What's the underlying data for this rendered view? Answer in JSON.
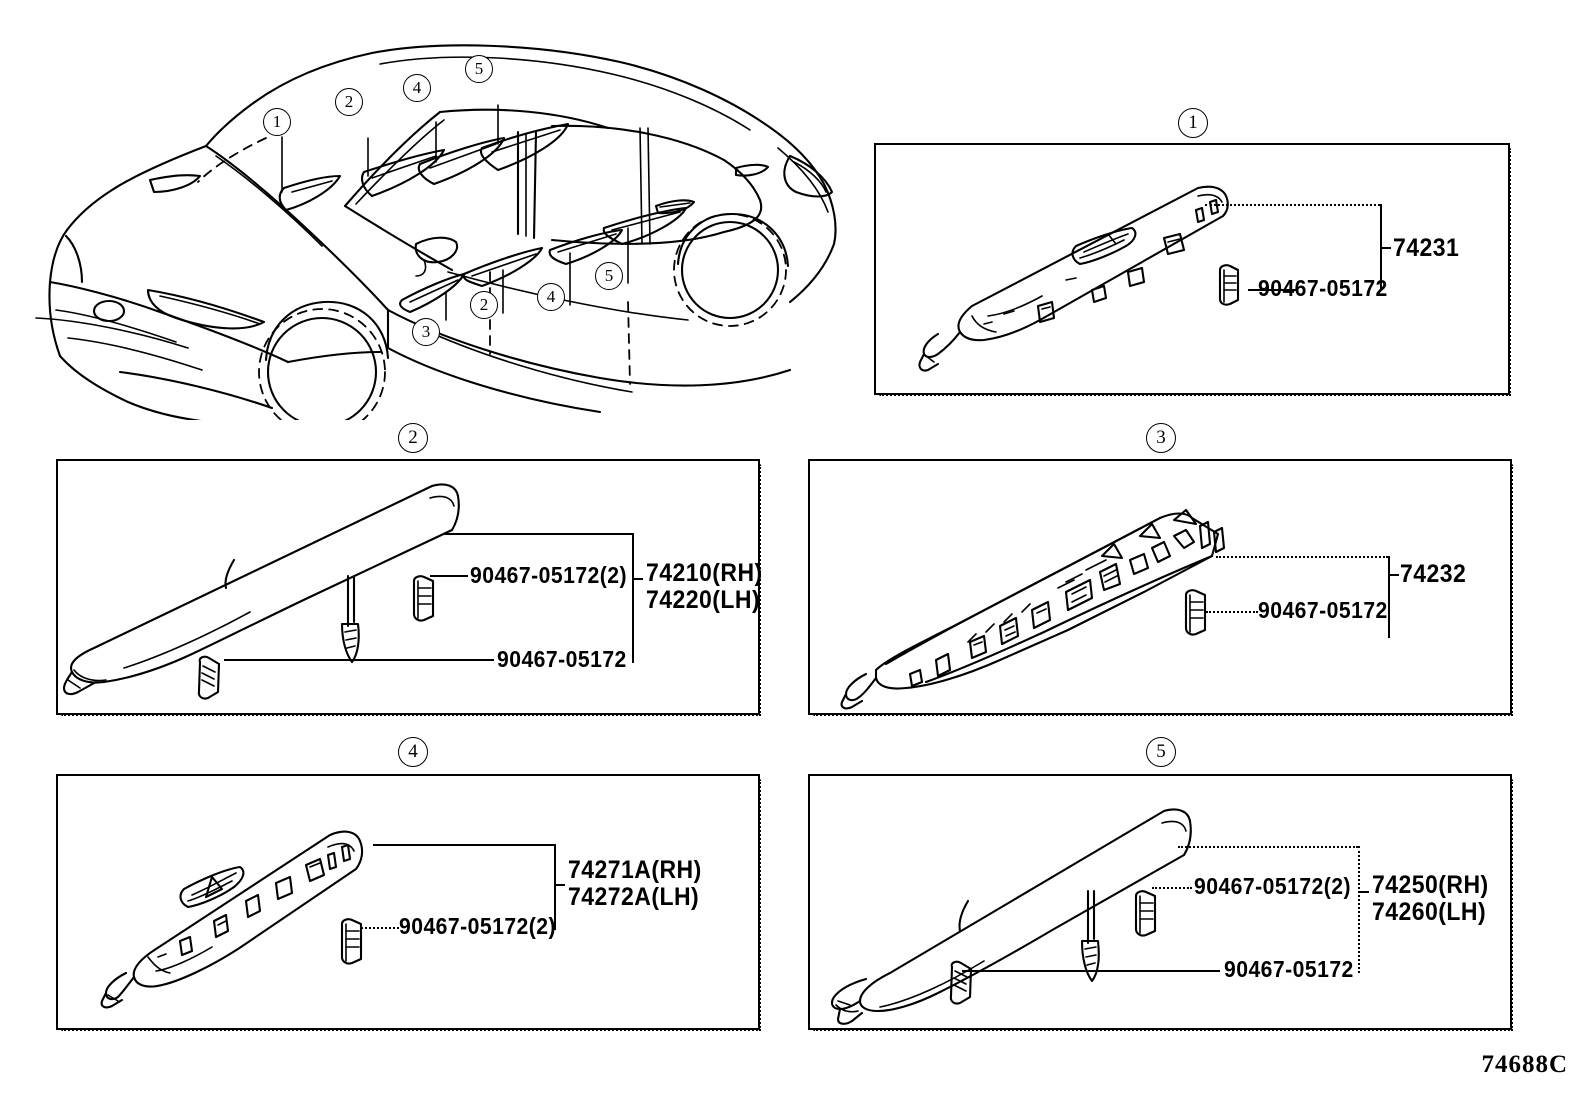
{
  "diagram": {
    "id_label": "74688C",
    "sheet_width": 1592,
    "sheet_height": 1099,
    "background_color": "#ffffff",
    "line_color": "#000000"
  },
  "vehicle_illustration": {
    "name": "sedan-three-quarter-view",
    "description": "Line drawing of a four-door sedan body shown from front three-quarter angle with roof side rail garnish parts called out",
    "callouts": [
      {
        "number": "1",
        "position": "front-upper-left"
      },
      {
        "number": "2",
        "position": "front-roof-upper"
      },
      {
        "number": "4",
        "position": "mid-roof-upper"
      },
      {
        "number": "5",
        "position": "rear-roof-upper"
      },
      {
        "number": "3",
        "position": "front-pillar-lower"
      },
      {
        "number": "2",
        "position": "front-door-lower"
      },
      {
        "number": "4",
        "position": "center-pillar-lower"
      },
      {
        "number": "5",
        "position": "rear-door-lower"
      }
    ]
  },
  "panels": [
    {
      "callout": "1",
      "name": "panel-74231",
      "part_label": "74231",
      "clips": [
        {
          "label": "90467-05172",
          "qty_suffix": ""
        }
      ]
    },
    {
      "callout": "2",
      "name": "panel-74210-74220",
      "part_label_lines": [
        "74210(RH)",
        "74220(LH)"
      ],
      "clips": [
        {
          "label": "90467-05172(2)"
        },
        {
          "label": "90467-05172"
        }
      ]
    },
    {
      "callout": "3",
      "name": "panel-74232",
      "part_label": "74232",
      "clips": [
        {
          "label": "90467-05172"
        }
      ]
    },
    {
      "callout": "4",
      "name": "panel-74271a-74272a",
      "part_label_lines": [
        "74271A(RH)",
        "74272A(LH)"
      ],
      "clips": [
        {
          "label": "90467-05172(2)"
        }
      ]
    },
    {
      "callout": "5",
      "name": "panel-74250-74260",
      "part_label_lines": [
        "74250(RH)",
        "74260(LH)"
      ],
      "clips": [
        {
          "label": "90467-05172(2)"
        },
        {
          "label": "90467-05172"
        }
      ]
    }
  ],
  "labels": {
    "p1_callout": "1",
    "p1_part": "74231",
    "p1_clip1": "90467-05172",
    "p2_callout": "2",
    "p2_part_rh": "74210(RH)",
    "p2_part_lh": "74220(LH)",
    "p2_clip1": "90467-05172(2)",
    "p2_clip2": "90467-05172",
    "p3_callout": "3",
    "p3_part": "74232",
    "p3_clip1": "90467-05172",
    "p4_callout": "4",
    "p4_part_rh": "74271A(RH)",
    "p4_part_lh": "74272A(LH)",
    "p4_clip1": "90467-05172(2)",
    "p5_callout": "5",
    "p5_part_rh": "74250(RH)",
    "p5_part_lh": "74260(LH)",
    "p5_clip1": "90467-05172(2)",
    "p5_clip2": "90467-05172",
    "car_c1": "1",
    "car_c2": "2",
    "car_c4": "4",
    "car_c5": "5",
    "car_c3": "3",
    "car_c2b": "2",
    "car_c4b": "4",
    "car_c5b": "5",
    "diagram_id": "74688C"
  }
}
